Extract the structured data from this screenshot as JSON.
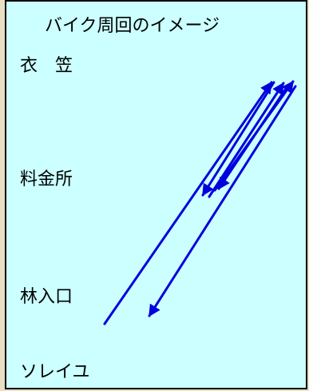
{
  "diagram": {
    "title": "バイク周回のイメージ",
    "stations": [
      "衣　笠",
      "料金所",
      "林入口",
      "ソレイユ"
    ],
    "arrow_color": "#0000dd",
    "panel_color": "#ccffff"
  }
}
